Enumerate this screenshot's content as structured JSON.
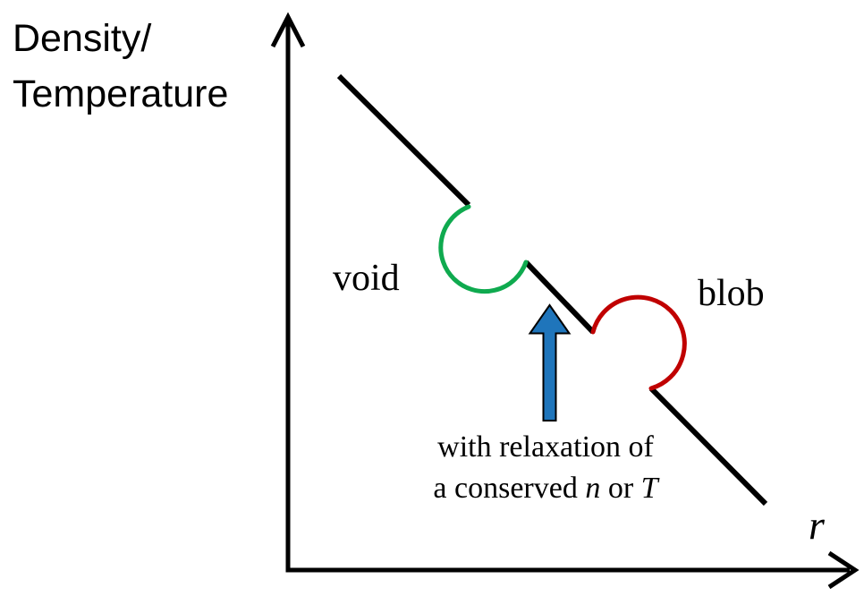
{
  "axes": {
    "y_label_line1": "Density/",
    "y_label_line2": "Temperature",
    "x_label": "r"
  },
  "labels": {
    "void": "void",
    "blob": "blob"
  },
  "annotation": {
    "line1": "with relaxation of",
    "line2_prefix": "a conserved",
    "line2_var1": "n",
    "line2_conj": "or",
    "line2_var2": "T"
  },
  "colors": {
    "axis": "#000000",
    "profile": "#000000",
    "void_arc": "#0FAA4F",
    "blob_arc": "#C00000",
    "arrow_fill": "#1F75BB",
    "arrow_outline": "#000000"
  }
}
